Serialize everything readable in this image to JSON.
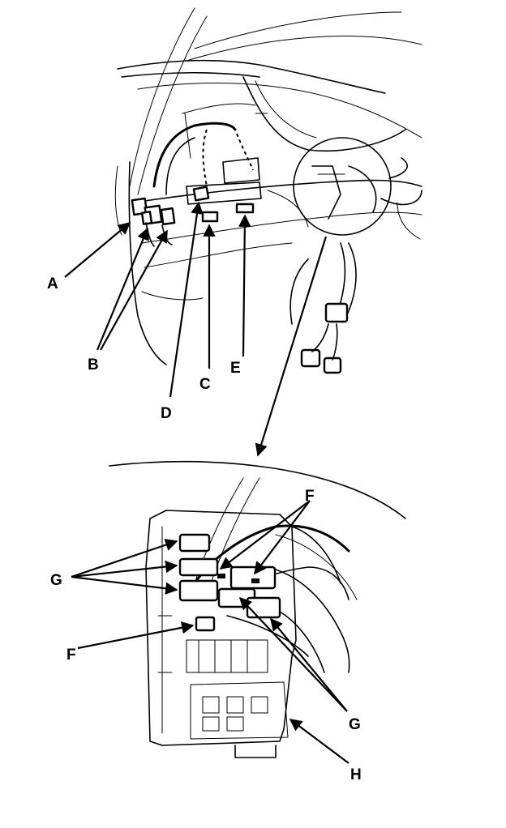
{
  "callouts": {
    "A": "A",
    "B": "B",
    "C": "C",
    "D": "D",
    "E": "E",
    "F_top": "F",
    "F_left": "F",
    "G_left": "G",
    "G_right": "G",
    "H": "H"
  }
}
